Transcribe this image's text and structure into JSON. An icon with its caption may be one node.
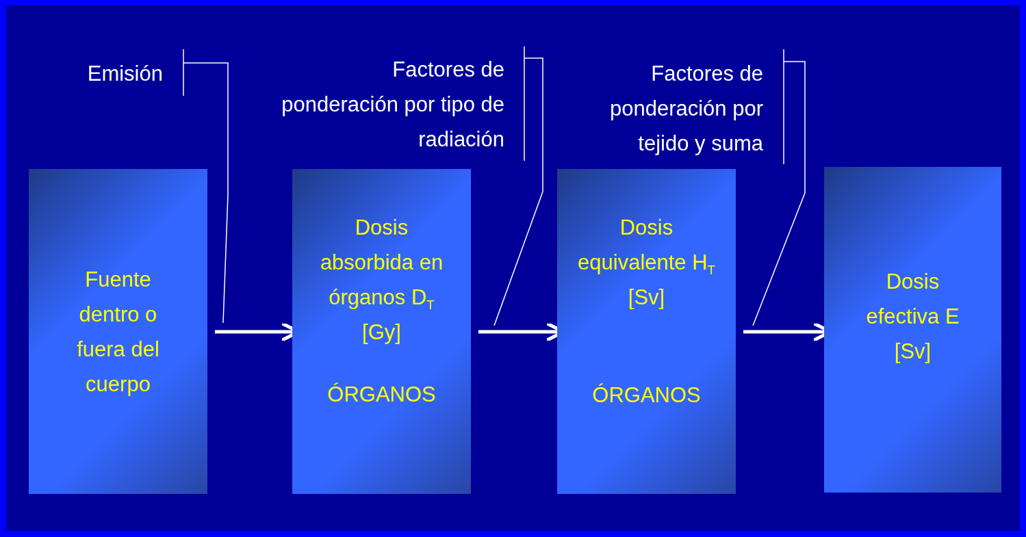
{
  "diagram": {
    "nodes": [
      {
        "text": [
          "Fuente dentro o fuera del cuerpo"
        ]
      },
      {
        "text": [
          "Dosis absorbida en órganos D$_{T}$ [Gy]",
          "ÓRGANOS"
        ]
      },
      {
        "text": [
          "Dosis equivalente H$_{T}$ [Sv]",
          "ÓRGANOS"
        ]
      },
      {
        "text": [
          "Dosis efectiva E [Sv]"
        ]
      },
      {
        "text": [
          "Emisión"
        ]
      },
      {
        "text": [
          "Factores de ponderación por tipo de radiación"
        ]
      },
      {
        "text": [
          "Factores de ponderación por tejido y suma"
        ]
      }
    ],
    "edges": [
      {
        "from": 0,
        "to": 1,
        "arrow": "to",
        "style": "thick"
      },
      {
        "from": 1,
        "to": 2,
        "arrow": "to",
        "style": "thick"
      },
      {
        "from": 2,
        "to": 3,
        "arrow": "to",
        "style": "thick"
      },
      {
        "from": 4,
        "to": null,
        "arrow": "none"
      },
      {
        "from": 5,
        "to": null,
        "arrow": "none"
      },
      {
        "from": 6,
        "to": null,
        "arrow": "none"
      }
    ]
  }
}
